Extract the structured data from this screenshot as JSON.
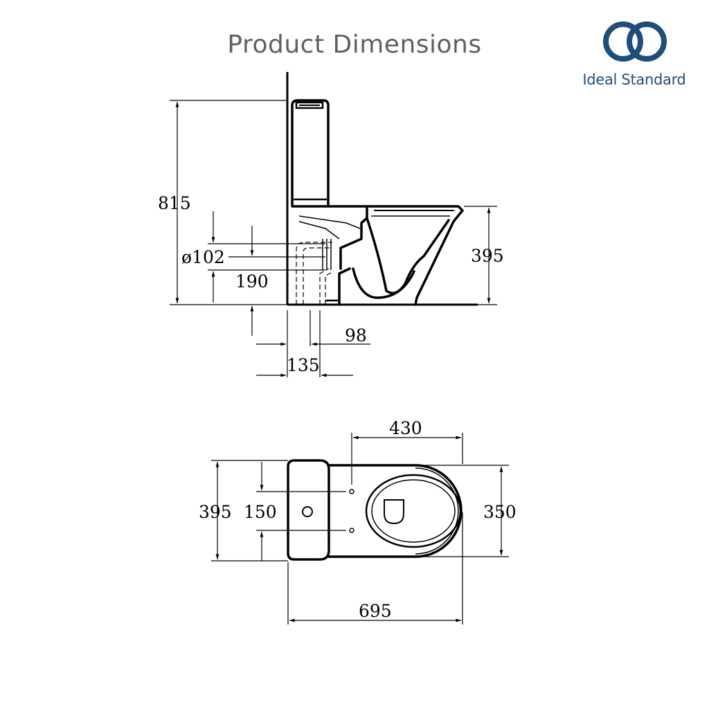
{
  "header": {
    "title": "Product Dimensions"
  },
  "brand": {
    "name": "Ideal Standard",
    "color": "#1f4e79",
    "logo_icon": "interlocking-rings-icon"
  },
  "side_view": {
    "total_height": "815",
    "outlet_diameter": "ø102",
    "outlet_height": "190",
    "pan_height": "395",
    "outlet_offset": "98",
    "wall_to_outlet": "135"
  },
  "top_view": {
    "pan_length": "430",
    "cistern_width": "395",
    "fixing_spacing": "150",
    "pan_width": "350",
    "overall_length": "695"
  }
}
